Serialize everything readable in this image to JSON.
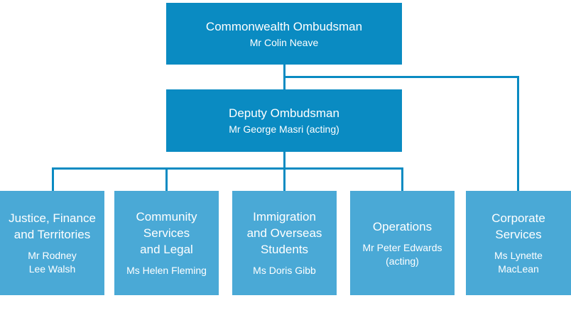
{
  "colors": {
    "top_box": "#0a8bc2",
    "unit_box": "#4aa9d6",
    "connector": "#0a8bc2",
    "text": "#ffffff"
  },
  "ombudsman": {
    "title": "Commonwealth Ombudsman",
    "name": "Mr Colin Neave"
  },
  "deputy": {
    "title": "Deputy Ombudsman",
    "name": "Mr George Masri (acting)"
  },
  "units": [
    {
      "title": "Justice, Finance\nand Territories",
      "name": "Mr Rodney\nLee Walsh"
    },
    {
      "title": "Community\nServices\nand Legal",
      "name": "Ms Helen Fleming"
    },
    {
      "title": "Immigration\nand Overseas\nStudents",
      "name": "Ms Doris Gibb"
    },
    {
      "title": "Operations",
      "name": "Mr Peter Edwards\n(acting)"
    },
    {
      "title": "Corporate\nServices",
      "name": "Ms Lynette\nMacLean"
    }
  ]
}
